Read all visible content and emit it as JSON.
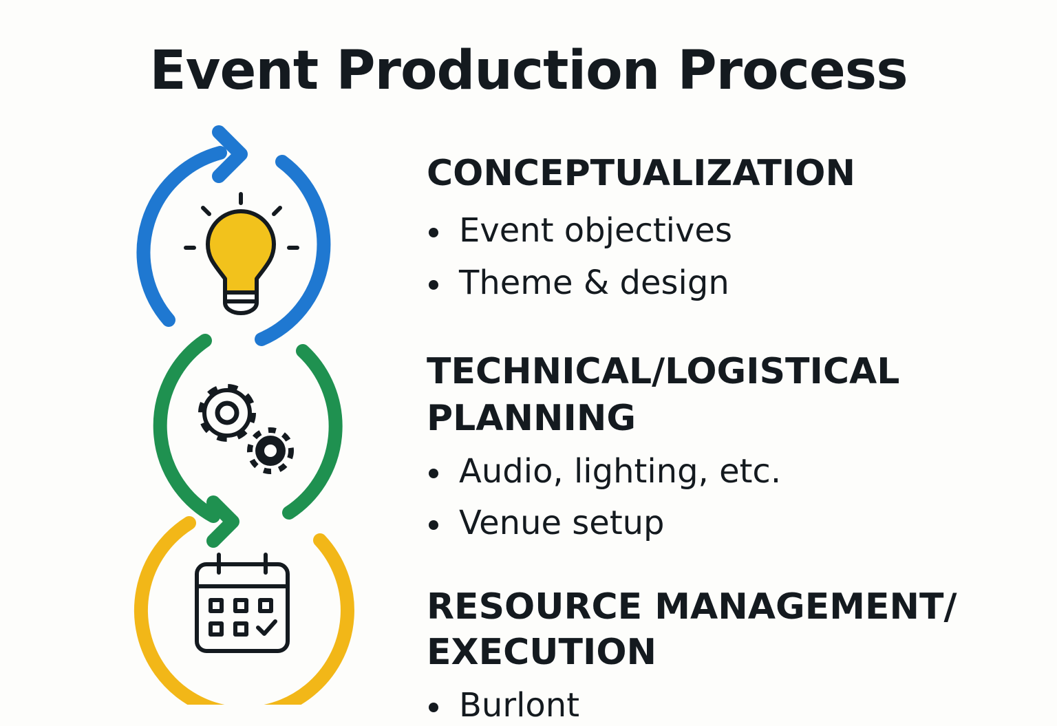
{
  "title": "Event Production Process",
  "colors": {
    "blue": "#1f78d1",
    "green": "#1f9150",
    "yellow": "#f2b718",
    "bulb": "#f2c21c",
    "ink": "#141a1f"
  },
  "sections": [
    {
      "heading": "CONCEPTUALIZATION",
      "icon": "lightbulb-icon",
      "bullets": [
        "Event objectives",
        "Theme & design"
      ]
    },
    {
      "heading_line1": "TECHNICAL/LOGISTICAL",
      "heading_line2": "PLANNING",
      "icon": "gears-icon",
      "bullets": [
        "Audio, lighting, etc.",
        "Venue setup"
      ]
    },
    {
      "heading_line1": "RESOURCE MANAGEMENT/",
      "heading_line2": "EXECUTION",
      "icon": "calendar-icon",
      "bullets": [
        "Burlont"
      ]
    }
  ]
}
